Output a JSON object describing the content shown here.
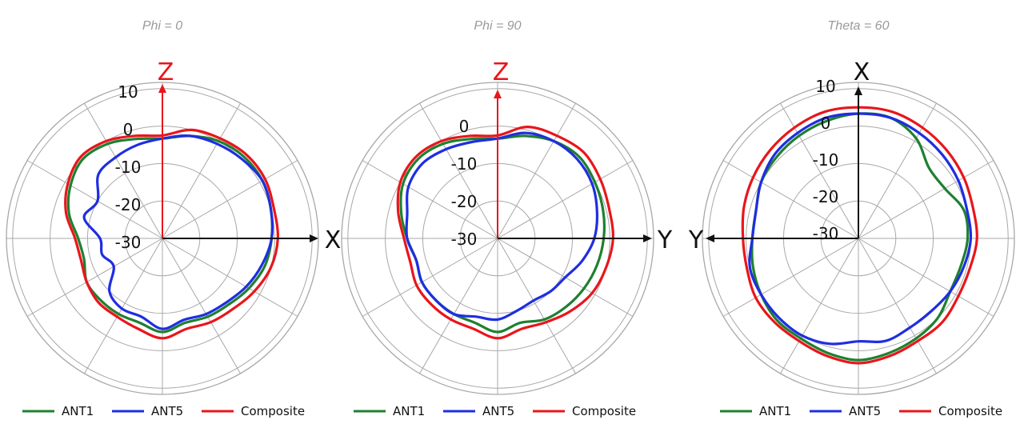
{
  "colors": {
    "ANT1": "#1e8030",
    "ANT5": "#1f2ee0",
    "Composite": "#e8161b",
    "grid": "#a8a8a8",
    "axis_z": "#e8161b",
    "axis_dark": "#111111"
  },
  "legend_labels": [
    "ANT1",
    "ANT5",
    "Composite"
  ],
  "chart_data": [
    {
      "type": "polar",
      "title": "Phi = 0",
      "radial_ticks": [
        "10",
        "0",
        "-10",
        "-20",
        "-30"
      ],
      "rlim": [
        -40,
        10
      ],
      "axis_labels": {
        "vertical": "Z",
        "horizontal": "X"
      },
      "theta_grid_deg": [
        0,
        30,
        60,
        90,
        120,
        150,
        180,
        210,
        240,
        270,
        300,
        330
      ],
      "series": [
        {
          "name": "ANT1",
          "angles_deg": [
            0,
            15,
            30,
            45,
            60,
            75,
            90,
            105,
            120,
            135,
            150,
            165,
            180,
            195,
            210,
            225,
            240,
            255,
            270,
            285,
            300,
            315,
            330,
            345
          ],
          "values_db": [
            -8,
            -6,
            -4,
            -3,
            -3,
            -4,
            -5,
            -6,
            -8,
            -10,
            -11,
            -12,
            -10,
            -12,
            -12,
            -12,
            -12,
            -14,
            -13,
            -9,
            -6,
            -4,
            -5,
            -7
          ]
        },
        {
          "name": "ANT5",
          "angles_deg": [
            0,
            15,
            30,
            45,
            60,
            75,
            90,
            105,
            120,
            135,
            150,
            165,
            180,
            195,
            210,
            225,
            240,
            255,
            270,
            285,
            300,
            315,
            330,
            345
          ],
          "values_db": [
            -8,
            -6,
            -5,
            -4,
            -3,
            -4,
            -5,
            -7,
            -9,
            -11,
            -12,
            -13,
            -11,
            -14,
            -14,
            -16,
            -22,
            -20,
            -20,
            -14,
            -16,
            -11,
            -10,
            -9
          ]
        },
        {
          "name": "Composite",
          "angles_deg": [
            0,
            15,
            30,
            45,
            60,
            75,
            90,
            105,
            120,
            135,
            150,
            165,
            180,
            195,
            210,
            225,
            240,
            255,
            270,
            285,
            300,
            315,
            330,
            345
          ],
          "values_db": [
            -7,
            -4,
            -3,
            -2,
            -2,
            -3,
            -3,
            -4,
            -6,
            -8,
            -9,
            -10,
            -8,
            -10,
            -11,
            -11,
            -12,
            -13,
            -12,
            -8,
            -5,
            -3,
            -4,
            -6
          ]
        }
      ]
    },
    {
      "type": "polar",
      "title": "Phi = 90",
      "radial_ticks": [
        "0",
        "-10",
        "-20",
        "-30"
      ],
      "rlim": [
        -40,
        10
      ],
      "axis_labels": {
        "vertical": "Z",
        "horizontal": "Y"
      },
      "theta_grid_deg": [
        0,
        30,
        60,
        90,
        120,
        150,
        180,
        210,
        240,
        270,
        300,
        330
      ],
      "series": [
        {
          "name": "ANT1",
          "angles_deg": [
            0,
            15,
            30,
            45,
            60,
            75,
            90,
            105,
            120,
            135,
            150,
            165,
            180,
            195,
            210,
            225,
            240,
            255,
            270,
            285,
            300,
            315,
            330,
            345
          ],
          "values_db": [
            -8,
            -6,
            -4,
            -3,
            -4,
            -5,
            -6,
            -7,
            -8,
            -9,
            -10,
            -12,
            -10,
            -12,
            -12,
            -12,
            -12,
            -13,
            -11,
            -8,
            -5,
            -4,
            -5,
            -7
          ]
        },
        {
          "name": "ANT5",
          "angles_deg": [
            0,
            15,
            30,
            45,
            60,
            75,
            90,
            105,
            120,
            135,
            150,
            165,
            180,
            195,
            210,
            225,
            240,
            255,
            270,
            285,
            300,
            315,
            330,
            345
          ],
          "values_db": [
            -8,
            -5,
            -4,
            -4,
            -5,
            -7,
            -9,
            -12,
            -15,
            -16,
            -17,
            -16,
            -14,
            -14,
            -12,
            -12,
            -12,
            -13,
            -11,
            -10,
            -7,
            -6,
            -7,
            -8
          ]
        },
        {
          "name": "Composite",
          "angles_deg": [
            0,
            15,
            30,
            45,
            60,
            75,
            90,
            105,
            120,
            135,
            150,
            165,
            180,
            195,
            210,
            225,
            240,
            255,
            270,
            285,
            300,
            315,
            330,
            345
          ],
          "values_db": [
            -7,
            -3,
            -2,
            -1,
            -2,
            -3,
            -3,
            -4,
            -5,
            -7,
            -9,
            -10,
            -8,
            -10,
            -10,
            -10,
            -10,
            -11,
            -10,
            -7,
            -4,
            -3,
            -4,
            -6
          ]
        }
      ]
    },
    {
      "type": "polar",
      "title": "Theta = 60",
      "radial_ticks": [
        "10",
        "0",
        "-10",
        "-20",
        "-30"
      ],
      "rlim": [
        -40,
        10
      ],
      "axis_labels": {
        "vertical": "X",
        "horizontal": "Y"
      },
      "horizontal_axis_direction": "left",
      "theta_grid_deg": [
        0,
        30,
        60,
        90,
        120,
        150,
        180,
        210,
        240,
        270,
        300,
        330
      ],
      "series": [
        {
          "name": "ANT1",
          "angles_deg": [
            0,
            15,
            30,
            45,
            60,
            75,
            90,
            105,
            120,
            135,
            150,
            165,
            180,
            195,
            210,
            225,
            240,
            255,
            270,
            285,
            300,
            315,
            330,
            345
          ],
          "values_db": [
            0,
            0,
            -3,
            -8,
            -8,
            -5,
            -5,
            -6,
            -6,
            -4,
            -3,
            -2,
            -1,
            -2,
            -3,
            -3,
            -4,
            -5,
            -6,
            -6,
            -4,
            -3,
            -2,
            -1
          ]
        },
        {
          "name": "ANT5",
          "angles_deg": [
            0,
            15,
            30,
            45,
            60,
            75,
            90,
            105,
            120,
            135,
            150,
            165,
            180,
            195,
            210,
            225,
            240,
            255,
            270,
            285,
            300,
            315,
            330,
            345
          ],
          "values_db": [
            0,
            0,
            -1,
            -2,
            -3,
            -4,
            -4,
            -5,
            -6,
            -7,
            -7,
            -6,
            -7,
            -5,
            -4,
            -4,
            -4,
            -4,
            -6,
            -6,
            -4,
            -2,
            -1,
            0
          ]
        },
        {
          "name": "Composite",
          "angles_deg": [
            0,
            15,
            30,
            45,
            60,
            75,
            90,
            105,
            120,
            135,
            150,
            165,
            180,
            195,
            210,
            225,
            240,
            255,
            270,
            285,
            300,
            315,
            330,
            345
          ],
          "values_db": [
            2,
            2,
            1,
            0,
            -1,
            -2,
            -2,
            -3,
            -3,
            -2,
            -2,
            -1,
            0,
            -1,
            -2,
            -2,
            -2,
            -3,
            -3,
            -2,
            -1,
            0,
            1,
            2
          ]
        }
      ]
    }
  ]
}
